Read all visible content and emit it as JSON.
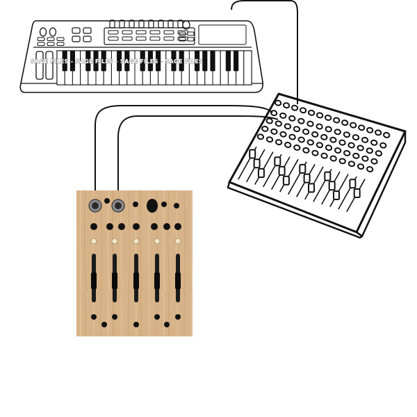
{
  "watermark": {
    "text": "SAGE FILES - SAGE FILES - SAGE FILES - SAGE FILES"
  },
  "colors": {
    "ink": "#111111",
    "wood": "#d8b48a",
    "wood_grain": "#c79b6b",
    "background": "#ffffff"
  },
  "devices": {
    "keyboard": "synthesizer-keyboard",
    "mixer": "mixing-console",
    "panel": "wooden-fader-panel"
  }
}
